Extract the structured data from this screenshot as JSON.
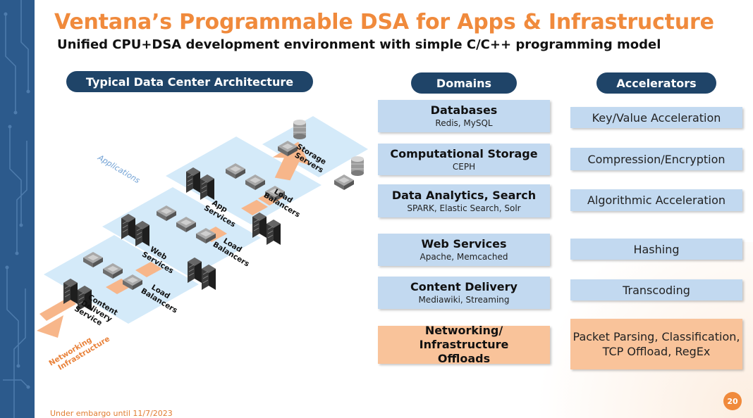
{
  "header": {
    "title": "Ventana’s Programmable DSA for Apps & Infrastructure",
    "subtitle": "Unified CPU+DSA development environment with simple C/C++ programming model"
  },
  "left_panel": {
    "heading": "Typical Data Center Architecture",
    "labels": {
      "applications": "Applications",
      "storage_servers": "Storage Servers",
      "load_balancers": "Load Balancers",
      "app_services": "App Services",
      "web_services": "Web Services",
      "content_delivery_service": "Content Delivery Service",
      "networking_infrastructure": "Networking Infrastructure"
    }
  },
  "domains": {
    "heading": "Domains",
    "items": [
      {
        "title": "Databases",
        "subtitle": "Redis, MySQL"
      },
      {
        "title": "Computational Storage",
        "subtitle": "CEPH"
      },
      {
        "title": "Data Analytics, Search",
        "subtitle": "SPARK, Elastic Search, Solr"
      },
      {
        "title": "Web Services",
        "subtitle": "Apache, Memcached"
      },
      {
        "title": "Content Delivery",
        "subtitle": "Mediawiki, Streaming"
      },
      {
        "title": "Networking/ Infrastructure Offloads",
        "subtitle": ""
      }
    ]
  },
  "accelerators": {
    "heading": "Accelerators",
    "items": [
      {
        "label": "Key/Value Acceleration"
      },
      {
        "label": "Compression/Encryption"
      },
      {
        "label": "Algorithmic Acceleration"
      },
      {
        "label": "Hashing"
      },
      {
        "label": "Transcoding"
      },
      {
        "label": "Packet Parsing, Classification, TCP Offload, RegEx"
      }
    ]
  },
  "footer": {
    "embargo": "Under embargo until 11/7/2023",
    "page_number": "20"
  },
  "colors": {
    "title_orange": "#f08a3c",
    "pill_navy": "#1f4468",
    "box_blue": "#c2d9f0",
    "box_orange": "#f9c39a",
    "sidebar_blue": "#2c5a8c"
  }
}
